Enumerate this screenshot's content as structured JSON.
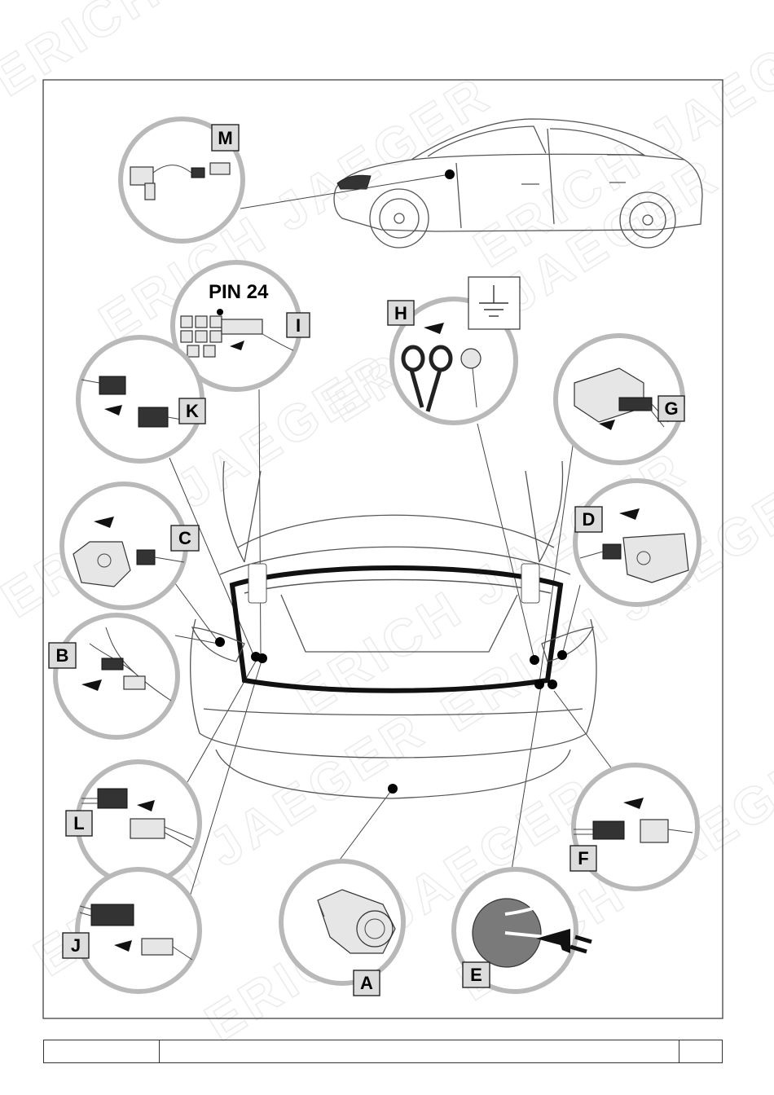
{
  "watermark": "ERICH JAEGER",
  "pin_label": "PIN 24",
  "callouts": [
    {
      "id": "M",
      "label": "M"
    },
    {
      "id": "I",
      "label": "I"
    },
    {
      "id": "H",
      "label": "H"
    },
    {
      "id": "K",
      "label": "K"
    },
    {
      "id": "G",
      "label": "G"
    },
    {
      "id": "C",
      "label": "C"
    },
    {
      "id": "D",
      "label": "D"
    },
    {
      "id": "B",
      "label": "B"
    },
    {
      "id": "L",
      "label": "L"
    },
    {
      "id": "F",
      "label": "F"
    },
    {
      "id": "J",
      "label": "J"
    },
    {
      "id": "A",
      "label": "A"
    },
    {
      "id": "E",
      "label": "E"
    }
  ],
  "footer": [
    "",
    "",
    ""
  ]
}
